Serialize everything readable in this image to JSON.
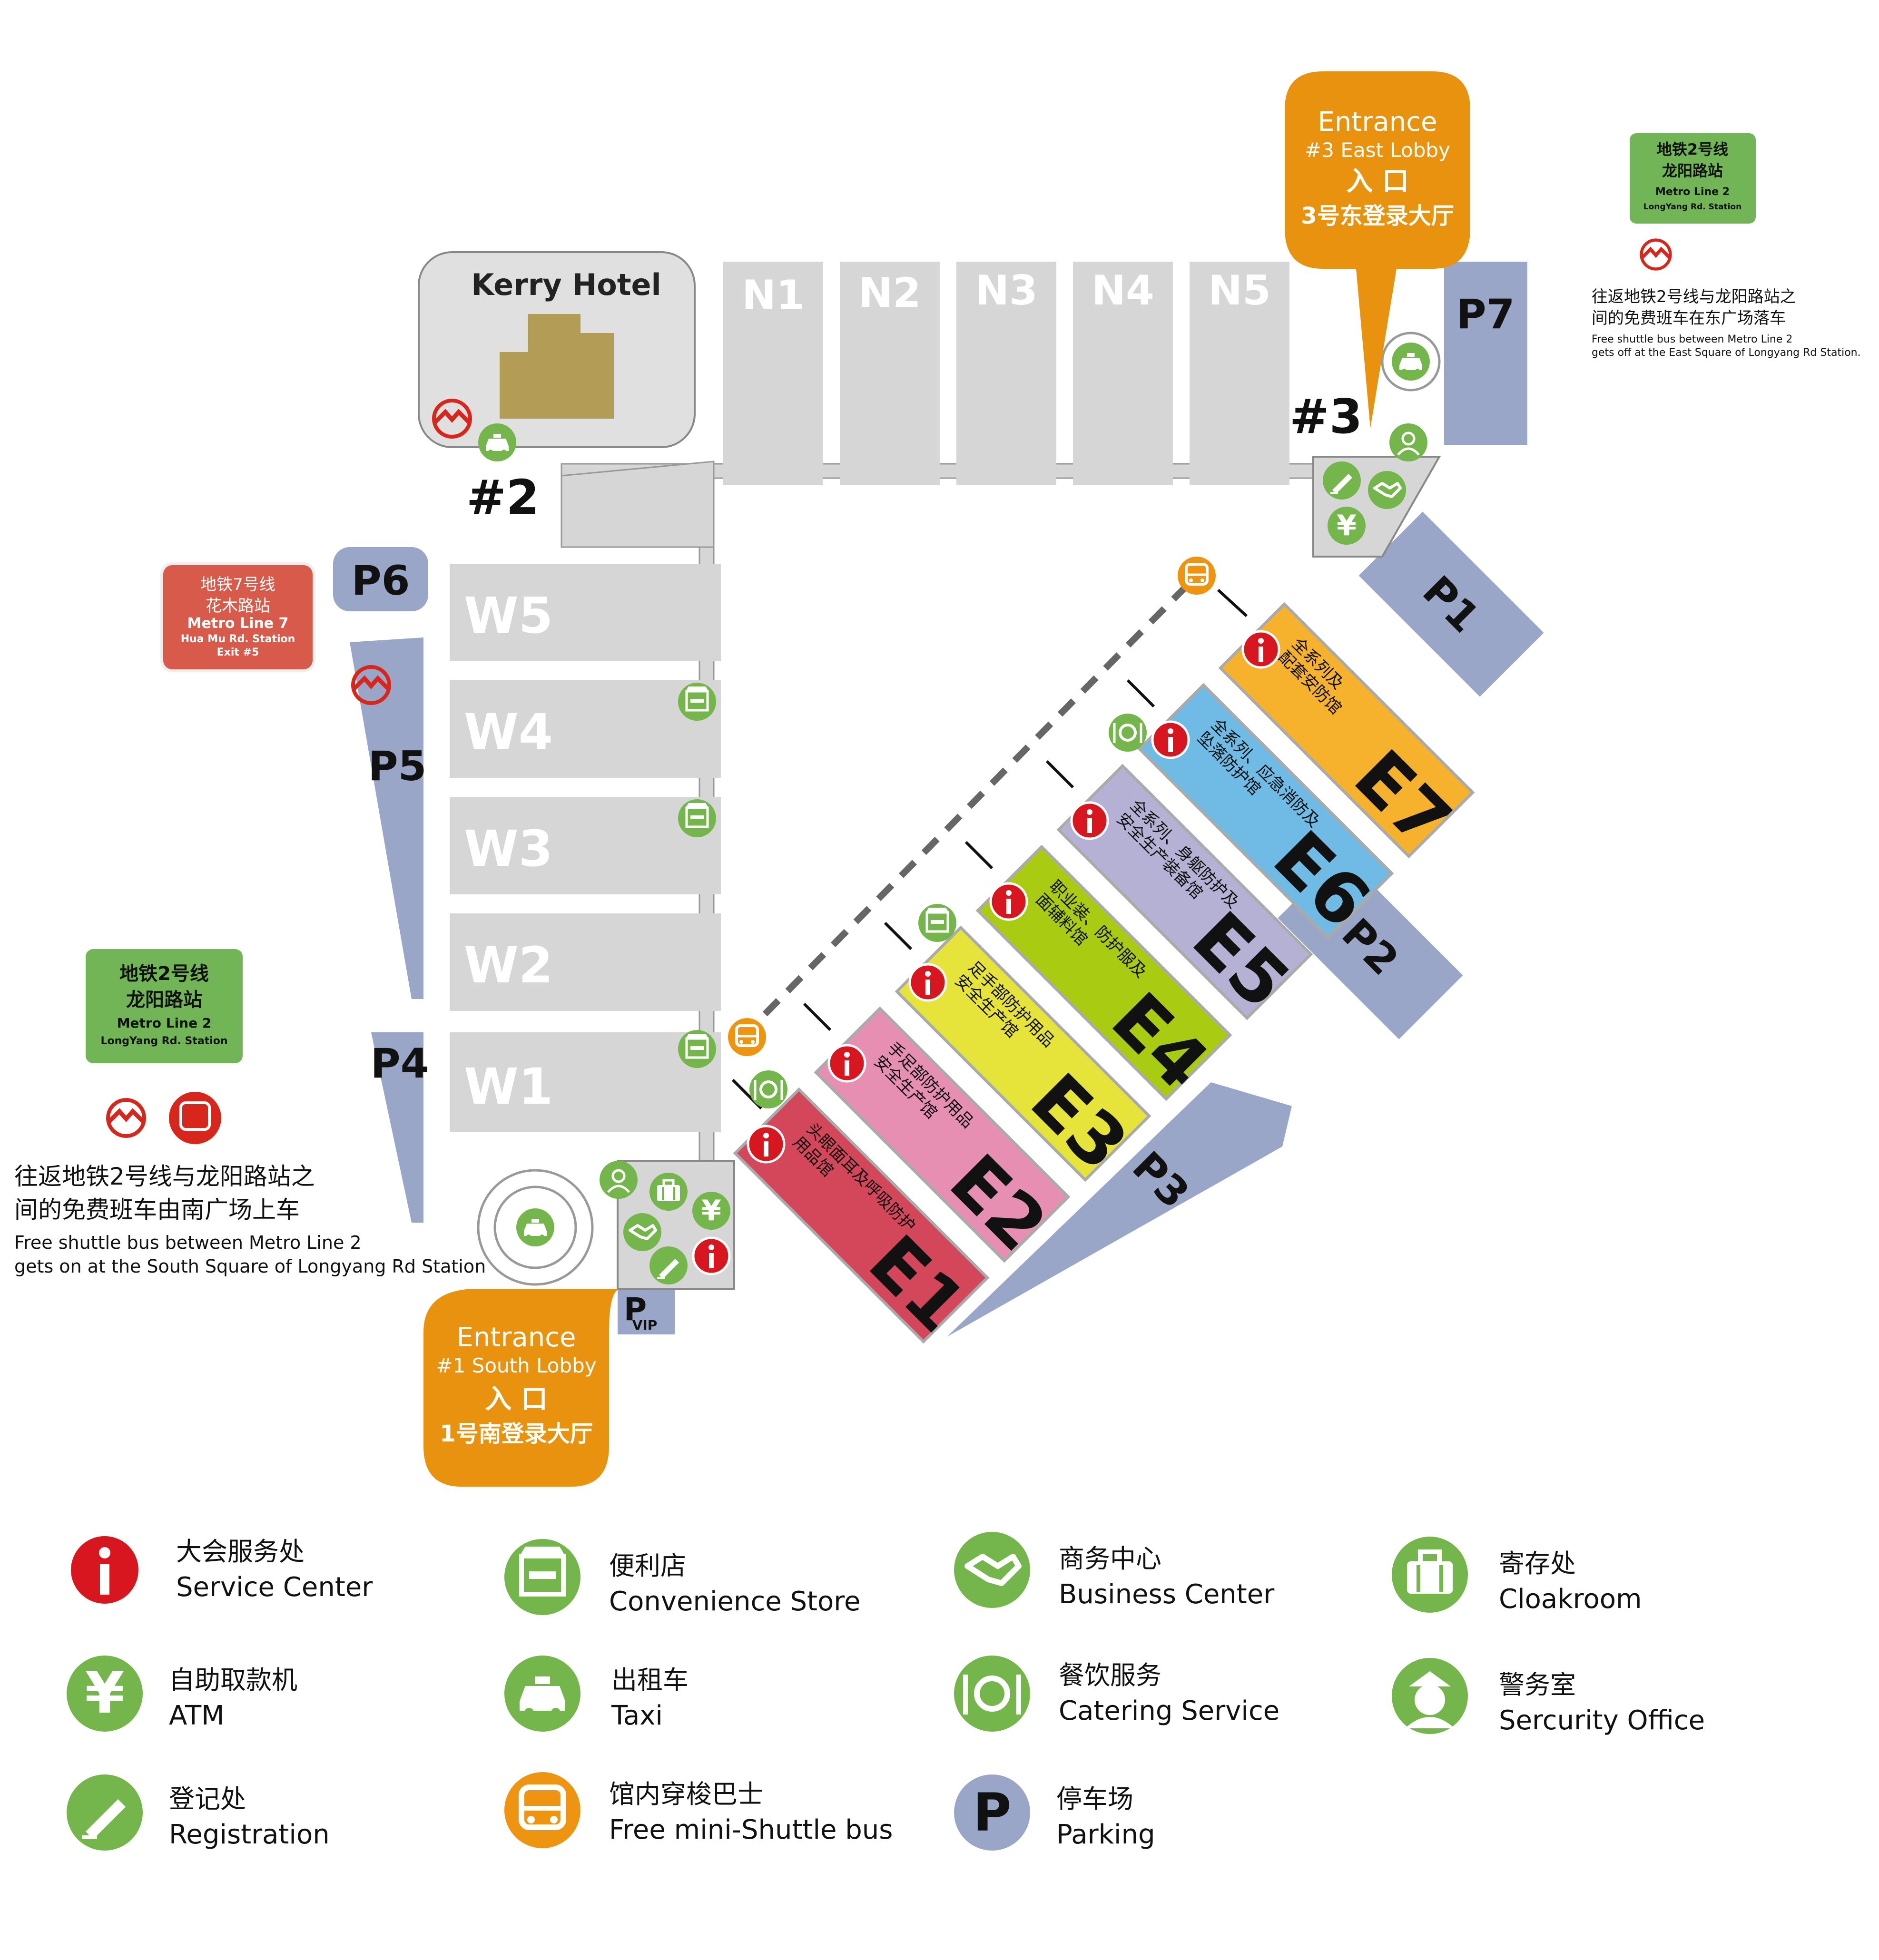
{
  "colors": {
    "hall_grey": "#d6d6d6",
    "parking": "#9aa6c8",
    "icon_green": "#74b64c",
    "service_red": "#d7161f",
    "shuttle_orange": "#ee9411",
    "entrance_orange": "#e8920f",
    "metro_red": "#d9261c",
    "metro7_box": "#d85a4a",
    "metro2_box": "#72b556",
    "e1": "#d4475b",
    "e2": "#e78fb2",
    "e3": "#e6e33a",
    "e4": "#a9cb12",
    "e5": "#b5b1d4",
    "e6": "#6fbbe5",
    "e7": "#f6b22c"
  },
  "north_halls": [
    "N1",
    "N2",
    "N3",
    "N4",
    "N5"
  ],
  "west_halls": [
    "W5",
    "W4",
    "W3",
    "W2",
    "W1"
  ],
  "east_halls": [
    {
      "name": "E1",
      "desc": [
        "头眼面耳及呼吸防护",
        "用品馆"
      ]
    },
    {
      "name": "E2",
      "desc": [
        "手足部防护用品",
        "安全生产馆"
      ]
    },
    {
      "name": "E3",
      "desc": [
        "足手部防护用品",
        "安全生产馆"
      ]
    },
    {
      "name": "E4",
      "desc": [
        "职业装、防护服及",
        "面辅料馆"
      ]
    },
    {
      "name": "E5",
      "desc": [
        "全系列、身躯防护及",
        "安全生产装备馆"
      ]
    },
    {
      "name": "E6",
      "desc": [
        "全系列、应急消防及",
        "坠落防护馆"
      ]
    },
    {
      "name": "E7",
      "desc": [
        "全系列及",
        "配套安防馆"
      ]
    }
  ],
  "parking_lots": {
    "p1": "P1",
    "p2": "P2",
    "p3": "P3",
    "p4": "P4",
    "p5": "P5",
    "p6": "P6",
    "p7": "P7",
    "pvip": "P",
    "vip_label": "VIP"
  },
  "hotel": {
    "name": "Kerry Hotel"
  },
  "entrance_markers": {
    "n2": "#2",
    "n3": "#3"
  },
  "entrance_east": {
    "title": "Entrance",
    "sub": "#3 East Lobby",
    "zh1": "入  口",
    "zh2": "3号东登录大厅"
  },
  "entrance_south": {
    "title": "Entrance",
    "sub": "#1 South Lobby",
    "zh1": "入  口",
    "zh2": "1号南登录大厅"
  },
  "metro7": {
    "zh1": "地铁7号线",
    "zh2": "花木路站",
    "en1": "Metro Line 7",
    "en2": "Hua Mu Rd. Station",
    "en3": "Exit #5"
  },
  "metro2_west": {
    "zh1": "地铁2号线",
    "zh2": "龙阳路站",
    "en1": "Metro Line 2",
    "en2": "LongYang Rd. Station"
  },
  "metro2_east": {
    "zh1": "地铁2号线",
    "zh2": "龙阳路站",
    "en1": "Metro Line 2",
    "en2": "LongYang Rd. Station"
  },
  "shuttle_note_west": {
    "zh1": "往返地铁2号线与龙阳路站之",
    "zh2": "间的免费班车由南广场上车",
    "en1": "Free shuttle bus between Metro Line 2",
    "en2": "gets on at the South Square of Longyang Rd Station"
  },
  "shuttle_note_east": {
    "zh1": "往返地铁2号线与龙阳路站之",
    "zh2": "间的免费班车在东广场落车",
    "en1": "Free shuttle bus between Metro Line 2",
    "en2": "gets off at the East Square of Longyang Rd Station."
  },
  "legend": [
    {
      "icon": "service-center-icon",
      "zh": "大会服务处",
      "en": "Service Center"
    },
    {
      "icon": "convenience-store-icon",
      "zh": "便利店",
      "en": "Convenience Store"
    },
    {
      "icon": "business-center-icon",
      "zh": "商务中心",
      "en": "Business Center"
    },
    {
      "icon": "cloakroom-icon",
      "zh": "寄存处",
      "en": "Cloakroom"
    },
    {
      "icon": "atm-icon",
      "zh": "自助取款机",
      "en": "ATM"
    },
    {
      "icon": "taxi-icon",
      "zh": "出租车",
      "en": "Taxi"
    },
    {
      "icon": "catering-icon",
      "zh": "餐饮服务",
      "en": "Catering Service"
    },
    {
      "icon": "security-office-icon",
      "zh": "警务室",
      "en": "Sercurity Office"
    },
    {
      "icon": "registration-icon",
      "zh": "登记处",
      "en": "Registration"
    },
    {
      "icon": "shuttle-bus-icon",
      "zh": "馆内穿梭巴士",
      "en": "Free mini-Shuttle bus"
    },
    {
      "icon": "parking-icon",
      "zh": "停车场",
      "en": "Parking"
    }
  ],
  "icon_glyphs": {
    "service": "i",
    "atm": "¥",
    "parking": "P",
    "shop": "SHOP"
  }
}
